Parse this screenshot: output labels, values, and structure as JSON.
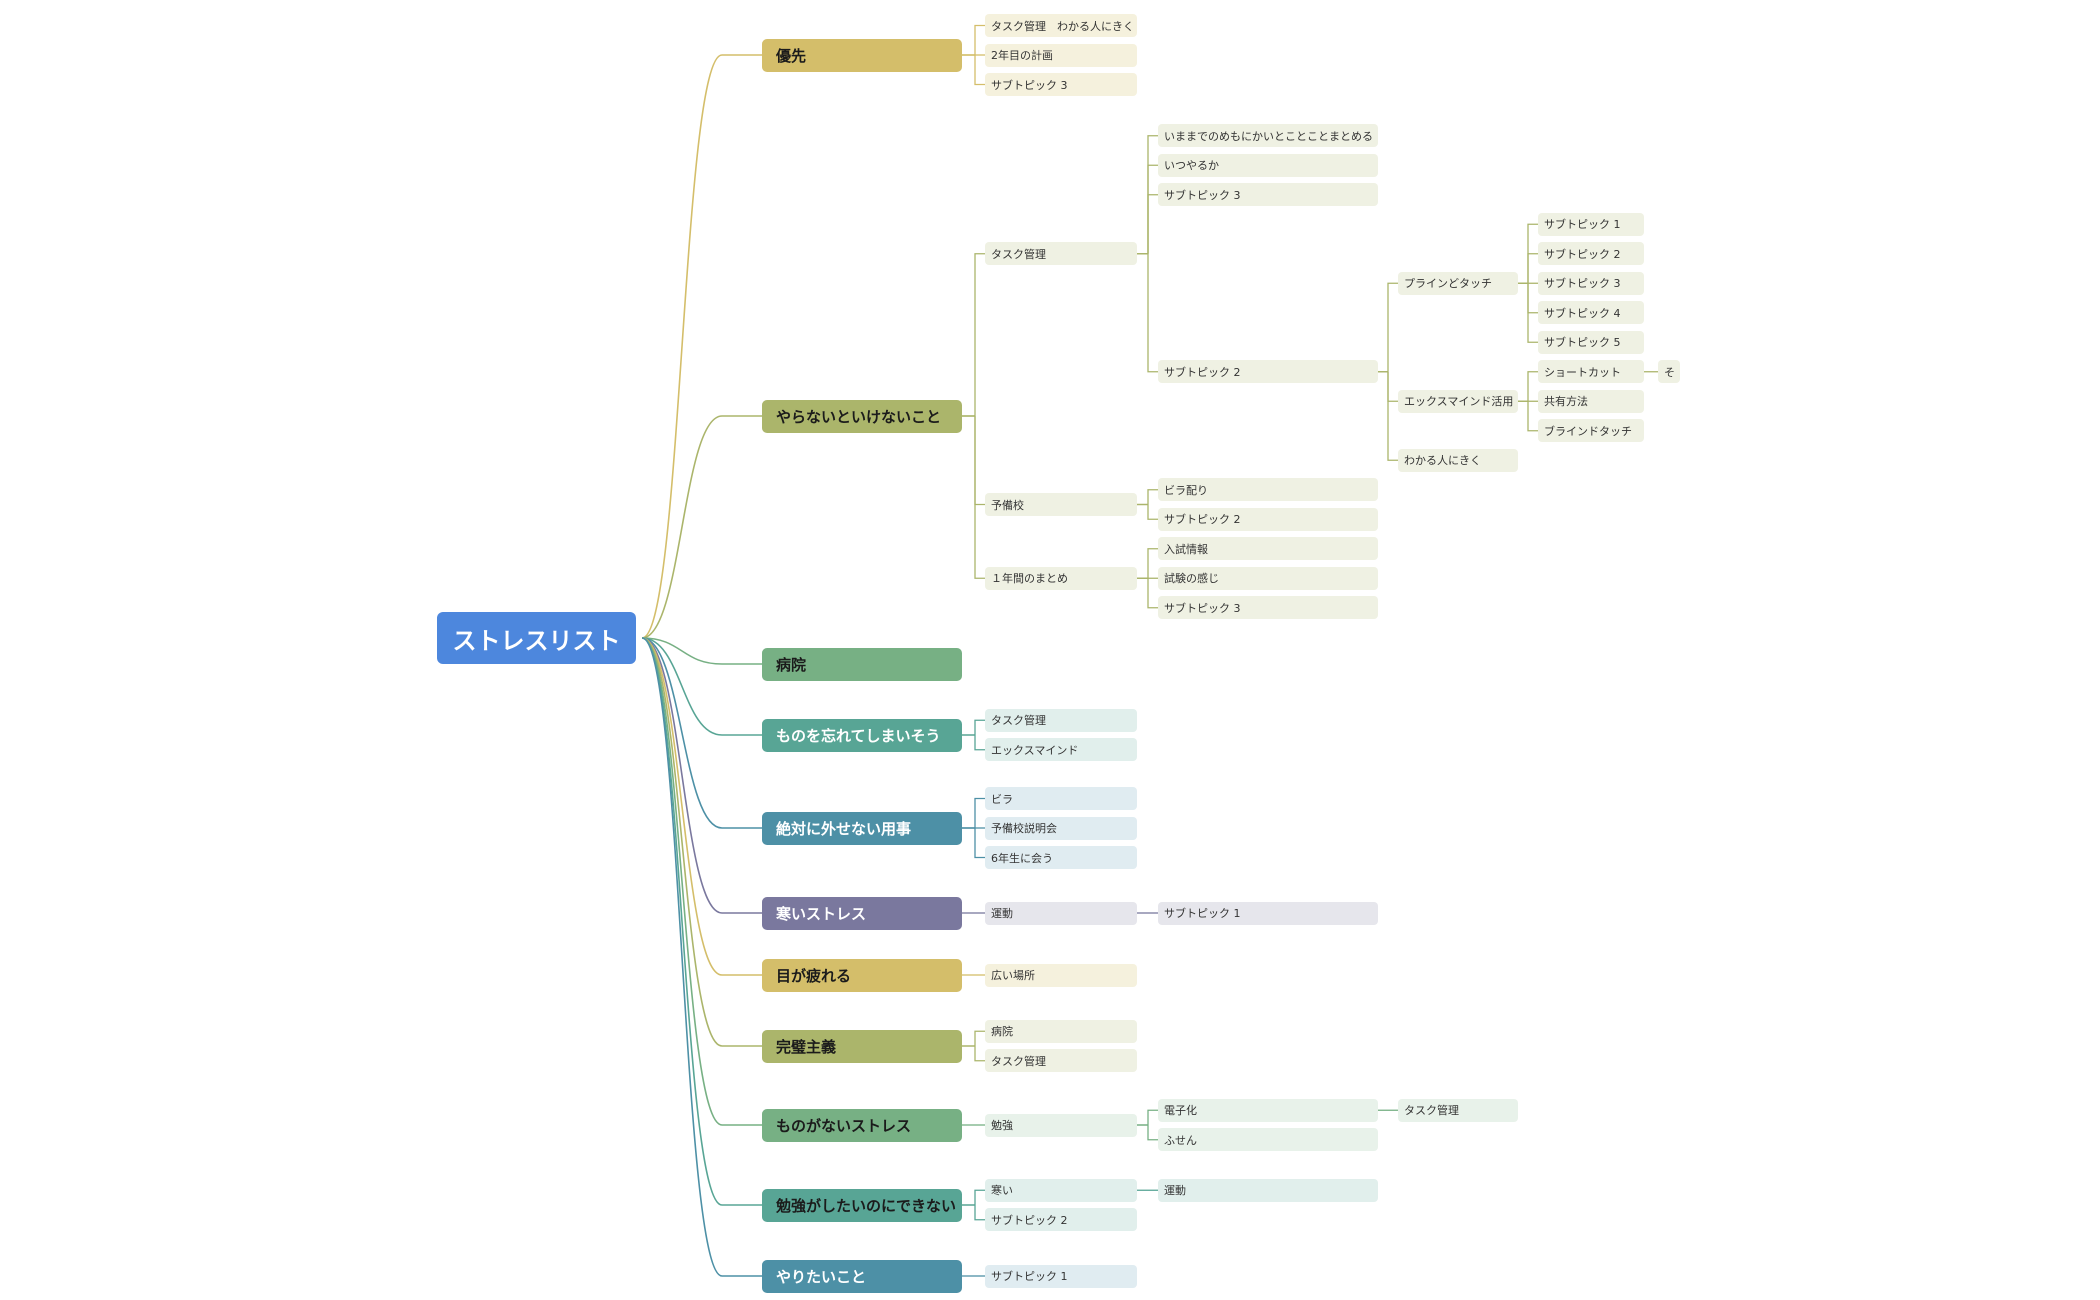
{
  "root": {
    "label": "ストレスリスト",
    "color": "#4d87dd",
    "children": [
      {
        "label": "優先",
        "color": "#d4be6a",
        "text_color": "#1b1b1b",
        "light": "#f5f1dd",
        "children": [
          {
            "label": "タスク管理　わかる人にきく"
          },
          {
            "label": "2年目の計画"
          },
          {
            "label": "サブトピック 3"
          }
        ]
      },
      {
        "label": "やらないといけないこと",
        "color": "#abb56b",
        "text_color": "#1b1b1b",
        "light": "#eff1e3",
        "children": [
          {
            "label": "タスク管理",
            "children": [
              {
                "label": "いままでのめもにかいとことことまとめる"
              },
              {
                "label": "いつやるか"
              },
              {
                "label": "サブトピック 3"
              },
              {
                "label": "サブトピック 2",
                "children": [
                  {
                    "label": "プラインどタッチ",
                    "children": [
                      {
                        "label": "サブトピック 1"
                      },
                      {
                        "label": "サブトピック 2"
                      },
                      {
                        "label": "サブトピック 3"
                      },
                      {
                        "label": "サブトピック 4"
                      },
                      {
                        "label": "サブトピック 5"
                      }
                    ]
                  },
                  {
                    "label": "エックスマインド活用",
                    "children": [
                      {
                        "label": "ショートカット",
                        "children": [
                          {
                            "label": "そ"
                          }
                        ]
                      },
                      {
                        "label": "共有方法"
                      },
                      {
                        "label": "ブラインドタッチ"
                      }
                    ]
                  },
                  {
                    "label": "わかる人にきく"
                  }
                ]
              }
            ]
          },
          {
            "label": "予備校",
            "children": [
              {
                "label": "ビラ配り"
              },
              {
                "label": "サブトピック 2"
              }
            ]
          },
          {
            "label": "１年間のまとめ",
            "children": [
              {
                "label": "入試情報"
              },
              {
                "label": "試験の感じ"
              },
              {
                "label": "サブトピック 3"
              }
            ]
          }
        ]
      },
      {
        "label": "病院",
        "color": "#77b084",
        "text_color": "#1b1b1b",
        "light": "#e8f2ea",
        "children": []
      },
      {
        "label": "ものを忘れてしまいそう",
        "color": "#58a595",
        "text_color": "#ffffff",
        "light": "#e1efec",
        "children": [
          {
            "label": "タスク管理"
          },
          {
            "label": "エックスマインド"
          }
        ]
      },
      {
        "label": "絶対に外せない用事",
        "color": "#4d90a6",
        "text_color": "#ffffff",
        "light": "#e0ecf1",
        "children": [
          {
            "label": "ビラ"
          },
          {
            "label": "予備校説明会"
          },
          {
            "label": "6年生に会う"
          }
        ]
      },
      {
        "label": "寒いストレス",
        "color": "#7a789e",
        "text_color": "#ffffff",
        "light": "#e6e6ec",
        "children": [
          {
            "label": "運動",
            "children": [
              {
                "label": "サブトピック 1"
              }
            ]
          }
        ]
      },
      {
        "label": "目が疲れる",
        "color": "#d4be6a",
        "text_color": "#1b1b1b",
        "light": "#f5f1dd",
        "children": [
          {
            "label": "広い場所"
          }
        ]
      },
      {
        "label": "完璧主義",
        "color": "#abb56b",
        "text_color": "#1b1b1b",
        "light": "#eff1e3",
        "children": [
          {
            "label": "病院"
          },
          {
            "label": "タスク管理"
          }
        ]
      },
      {
        "label": "ものがないストレス",
        "color": "#77b084",
        "text_color": "#1b1b1b",
        "light": "#e8f2ea",
        "children": [
          {
            "label": "勉強",
            "children": [
              {
                "label": "電子化",
                "children": [
                  {
                    "label": "タスク管理"
                  }
                ]
              },
              {
                "label": "ふせん"
              }
            ]
          }
        ]
      },
      {
        "label": "勉強がしたいのにできない",
        "color": "#58a595",
        "text_color": "#1b1b1b",
        "light": "#e1efec",
        "children": [
          {
            "label": "寒い",
            "children": [
              {
                "label": "運動"
              }
            ]
          },
          {
            "label": "サブトピック 2"
          }
        ]
      },
      {
        "label": "やりたいこと",
        "color": "#4d90a6",
        "text_color": "#ffffff",
        "light": "#e0ecf1",
        "children": [
          {
            "label": "サブトピック 1"
          }
        ]
      }
    ]
  }
}
